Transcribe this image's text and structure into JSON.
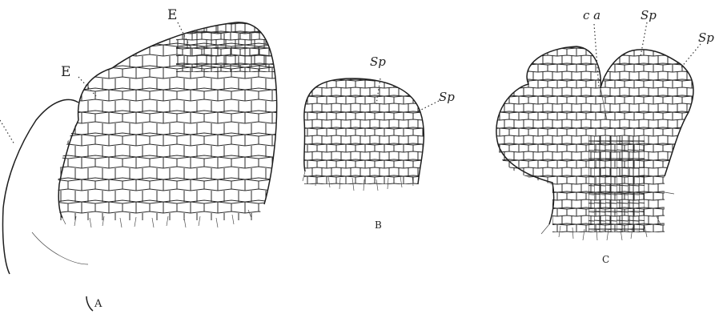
{
  "figures": {
    "A": {
      "panel_label": "A",
      "labels": {
        "epidermis_top": "E",
        "epidermis_left": "E"
      }
    },
    "B": {
      "panel_label": "B",
      "labels": {
        "sp_top": "Sp",
        "sp_right": "Sp"
      }
    },
    "C": {
      "panel_label": "C",
      "labels": {
        "ca": "c a",
        "sp_mid": "Sp",
        "sp_right": "Sp"
      }
    }
  }
}
